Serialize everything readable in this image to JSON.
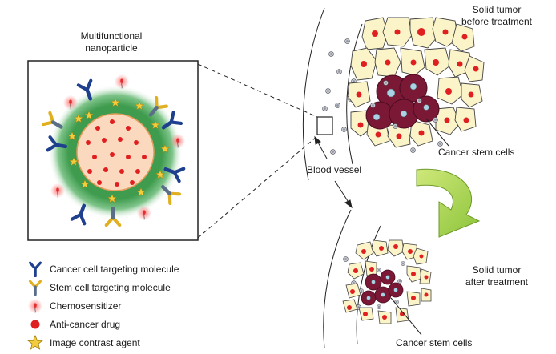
{
  "nanoparticle": {
    "title_line1": "Multifunctional",
    "title_line2": "nanoparticle"
  },
  "tumor_before": {
    "label_line1": "Solid tumor",
    "label_line2": "before treatment",
    "stem_cells_label": "Cancer stem cells"
  },
  "blood_vessel_label": "Blood vessel",
  "tumor_after": {
    "label_line1": "Solid tumor",
    "label_line2": "after treatment",
    "stem_cells_label": "Cancer stem cells"
  },
  "legend": [
    {
      "icon": "cancer-cell-targeting-icon",
      "label": "Cancer cell targeting molecule",
      "color": "#1f3f8f"
    },
    {
      "icon": "stem-cell-targeting-icon",
      "label": "Stem cell targeting molecule",
      "color": "#e0b020"
    },
    {
      "icon": "chemosensitizer-icon",
      "label": "Chemosensitizer",
      "color": "#e23a3a"
    },
    {
      "icon": "anti-cancer-drug-icon",
      "label": "Anti-cancer drug",
      "color": "#e02020"
    },
    {
      "icon": "image-contrast-agent-icon",
      "label": "Image contrast agent",
      "color": "#f2cc3c"
    }
  ],
  "colors": {
    "nanoparticle_halo": "#5fb06a",
    "nanoparticle_core": "#fbd9be",
    "tumor_cell": "#fbf4c8",
    "stem_cell": "#7a1836",
    "arrow": "#9acd32"
  }
}
